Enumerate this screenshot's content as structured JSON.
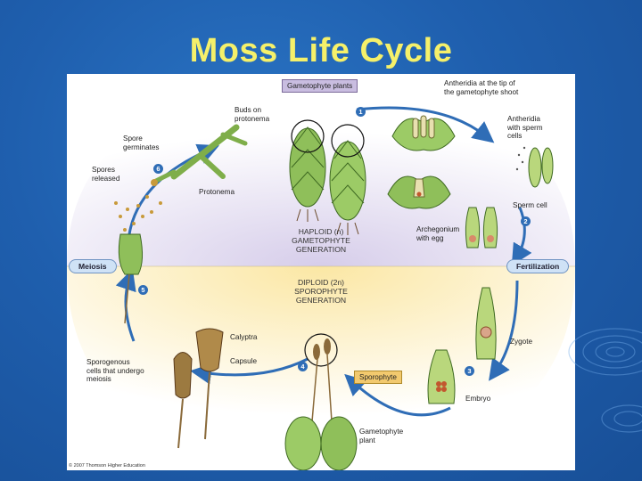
{
  "slide": {
    "title": "Moss Life Cycle"
  },
  "figure": {
    "boxes": {
      "gametophyte_plants": "Gametophyte plants",
      "sporophyte": "Sporophyte"
    },
    "phases": {
      "meiosis": "Meiosis",
      "fertilization": "Fertilization"
    },
    "generations": {
      "haploid": "HAPLOID (n)\nGAMETOPHYTE\nGENERATION",
      "diploid": "DIPLOID (2n)\nSPOROPHYTE\nGENERATION"
    },
    "labels": {
      "antheridia_tip": "Antheridia at the tip of\nthe gametophyte shoot",
      "antheridia_sperm": "Antheridia\nwith sperm\ncells",
      "sperm_cell": "Sperm cell",
      "archegonium": "Archegonium\nwith egg",
      "zygote": "Zygote",
      "embryo": "Embryo",
      "gametophyte_plant": "Gametophyte\nplant",
      "calyptra": "Calyptra",
      "capsule": "Capsule",
      "sporogenous": "Sporogenous\ncells that undergo\nmeiosis",
      "spores_released": "Spores\nreleased",
      "spore_germinates": "Spore\ngerminates",
      "buds_on_protonema": "Buds on\nprotonema",
      "protonema": "Protonema"
    },
    "steps": [
      "1",
      "2",
      "3",
      "4",
      "5",
      "6"
    ],
    "copyright": "© 2007 Thomson Higher Education"
  }
}
